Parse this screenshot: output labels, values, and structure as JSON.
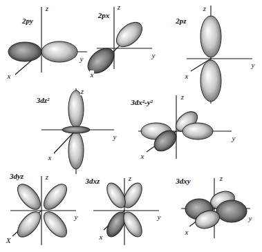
{
  "diagram": {
    "labels": [
      "2py",
      "z",
      "y",
      "x",
      "2px",
      "z",
      "y",
      "x",
      "2pz",
      "z",
      "y",
      "x",
      "3dz²",
      "z",
      "y",
      "x",
      "3dx²-y²",
      "z",
      "y",
      "x",
      "3dyz",
      "z",
      "y",
      "X",
      "3dxz",
      "z",
      "y",
      "x",
      "3dxy",
      "z",
      "y",
      "x"
    ]
  }
}
